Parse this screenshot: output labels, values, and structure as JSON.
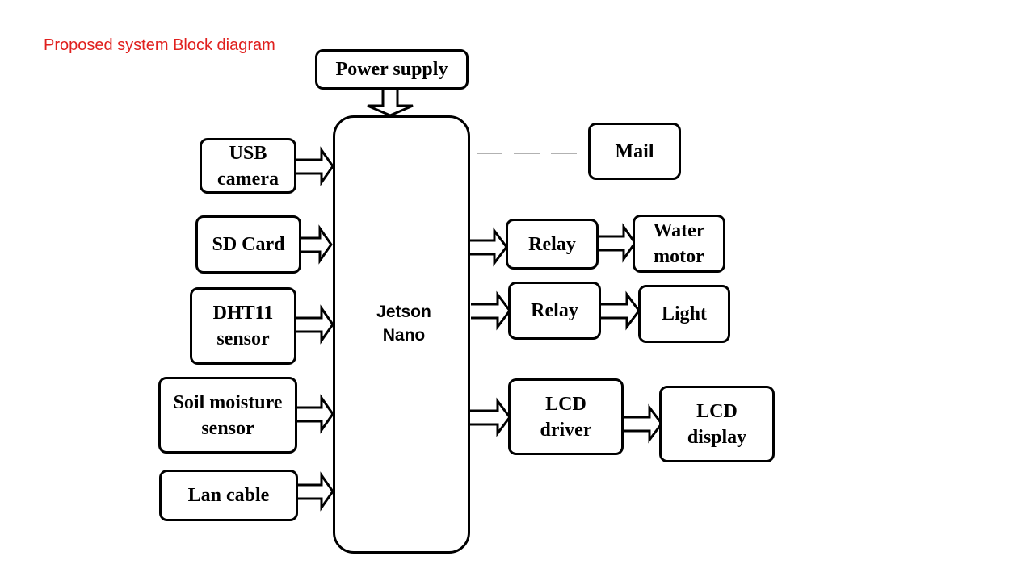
{
  "title": "Proposed system Block diagram",
  "controller": {
    "label": "Jetson\n Nano"
  },
  "power": {
    "label": "Power supply"
  },
  "inputs": [
    {
      "label": "USB\ncamera"
    },
    {
      "label": "SD Card"
    },
    {
      "label": "DHT11\nsensor"
    },
    {
      "label": "Soil moisture\nsensor"
    },
    {
      "label": "Lan cable"
    }
  ],
  "outputs": [
    {
      "label": "Mail",
      "connection": "dashed"
    },
    {
      "label": "Relay",
      "target": "Water\nmotor"
    },
    {
      "label": "Relay",
      "target": "Light"
    },
    {
      "label": "LCD\ndriver",
      "target": "LCD\ndisplay"
    }
  ],
  "colors": {
    "title": "#e0201e",
    "stroke": "#000000",
    "dashed": "#999999"
  }
}
